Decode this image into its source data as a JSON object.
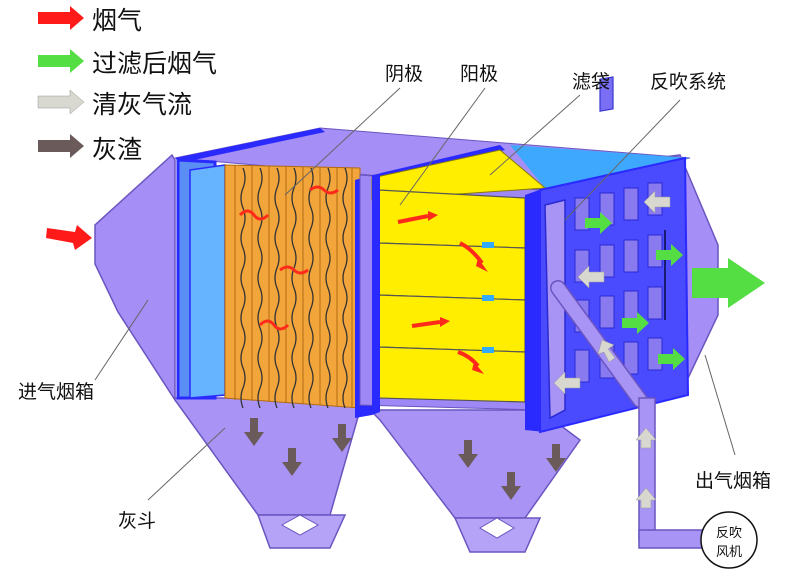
{
  "legend": {
    "flue_gas": "烟气",
    "filtered_gas": "过滤后烟气",
    "cleaning_flow": "清灰气流",
    "ash": "灰渣",
    "colors": {
      "flue_gas": "#ff1a1a",
      "filtered_gas": "#55dd44",
      "cleaning_flow": "#d8d8d0",
      "ash": "#6a5a5a"
    }
  },
  "labels": {
    "cathode": "阴极",
    "anode": "阳极",
    "filter_bag": "滤袋",
    "back_blow_system": "反吹系统",
    "inlet_box": "进气烟箱",
    "ash_hopper": "灰斗",
    "outlet_box": "出气烟箱",
    "fan_line1": "反吹",
    "fan_line2": "风机"
  },
  "colors": {
    "housing": "#a58ef5",
    "frame_blue": "#2a2aff",
    "bag_yellow": "#ffee00",
    "electrode_orange": "#f2a53a"
  }
}
